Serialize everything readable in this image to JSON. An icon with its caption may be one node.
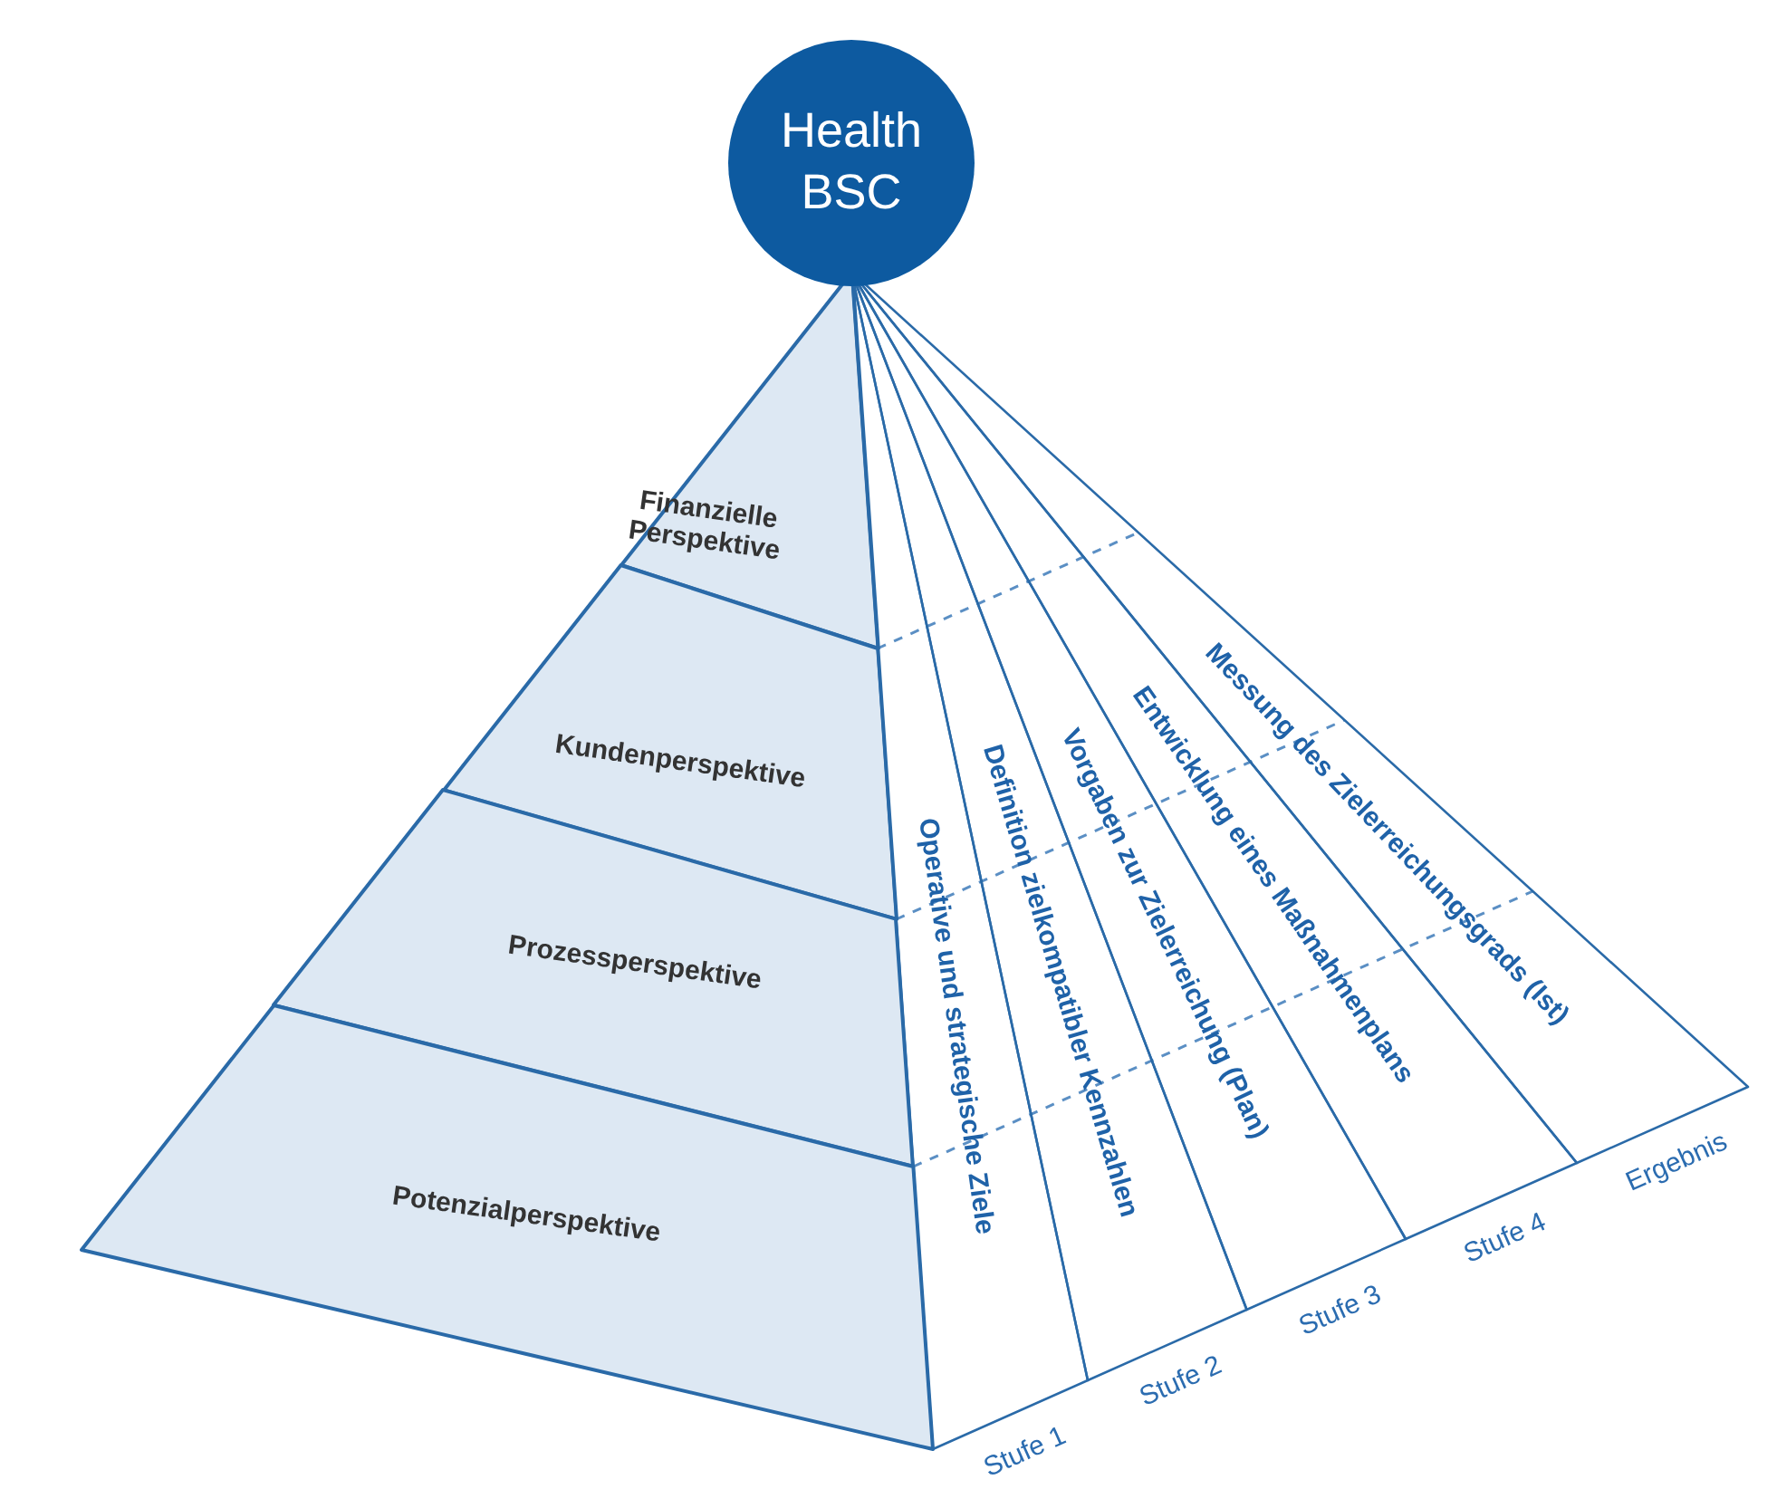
{
  "diagram": {
    "nodes": [
      {
        "text": [
          "Health BSC"
        ]
      },
      {
        "text": [
          "Finanzielle Perspektive"
        ]
      },
      {
        "text": [
          "Kundenperspektive"
        ]
      },
      {
        "text": [
          "Prozessperspektive"
        ]
      },
      {
        "text": [
          "Potenzialperspektive"
        ]
      },
      {
        "text": [
          "Operative und strategische Ziele"
        ]
      },
      {
        "text": [
          "Definition zielkompatibler Kennzahlen"
        ]
      },
      {
        "text": [
          "Vorgaben zur Zielerreichung (Plan)"
        ]
      },
      {
        "text": [
          "Entwicklung eines Maßnahmenplans"
        ]
      },
      {
        "text": [
          "Messung des Zielerreichungsgrads (Ist)"
        ]
      }
    ],
    "labels": [
      "Stufe 1",
      "Stufe 2",
      "Stufe 3",
      "Stufe 4",
      "Ergebnis"
    ]
  }
}
